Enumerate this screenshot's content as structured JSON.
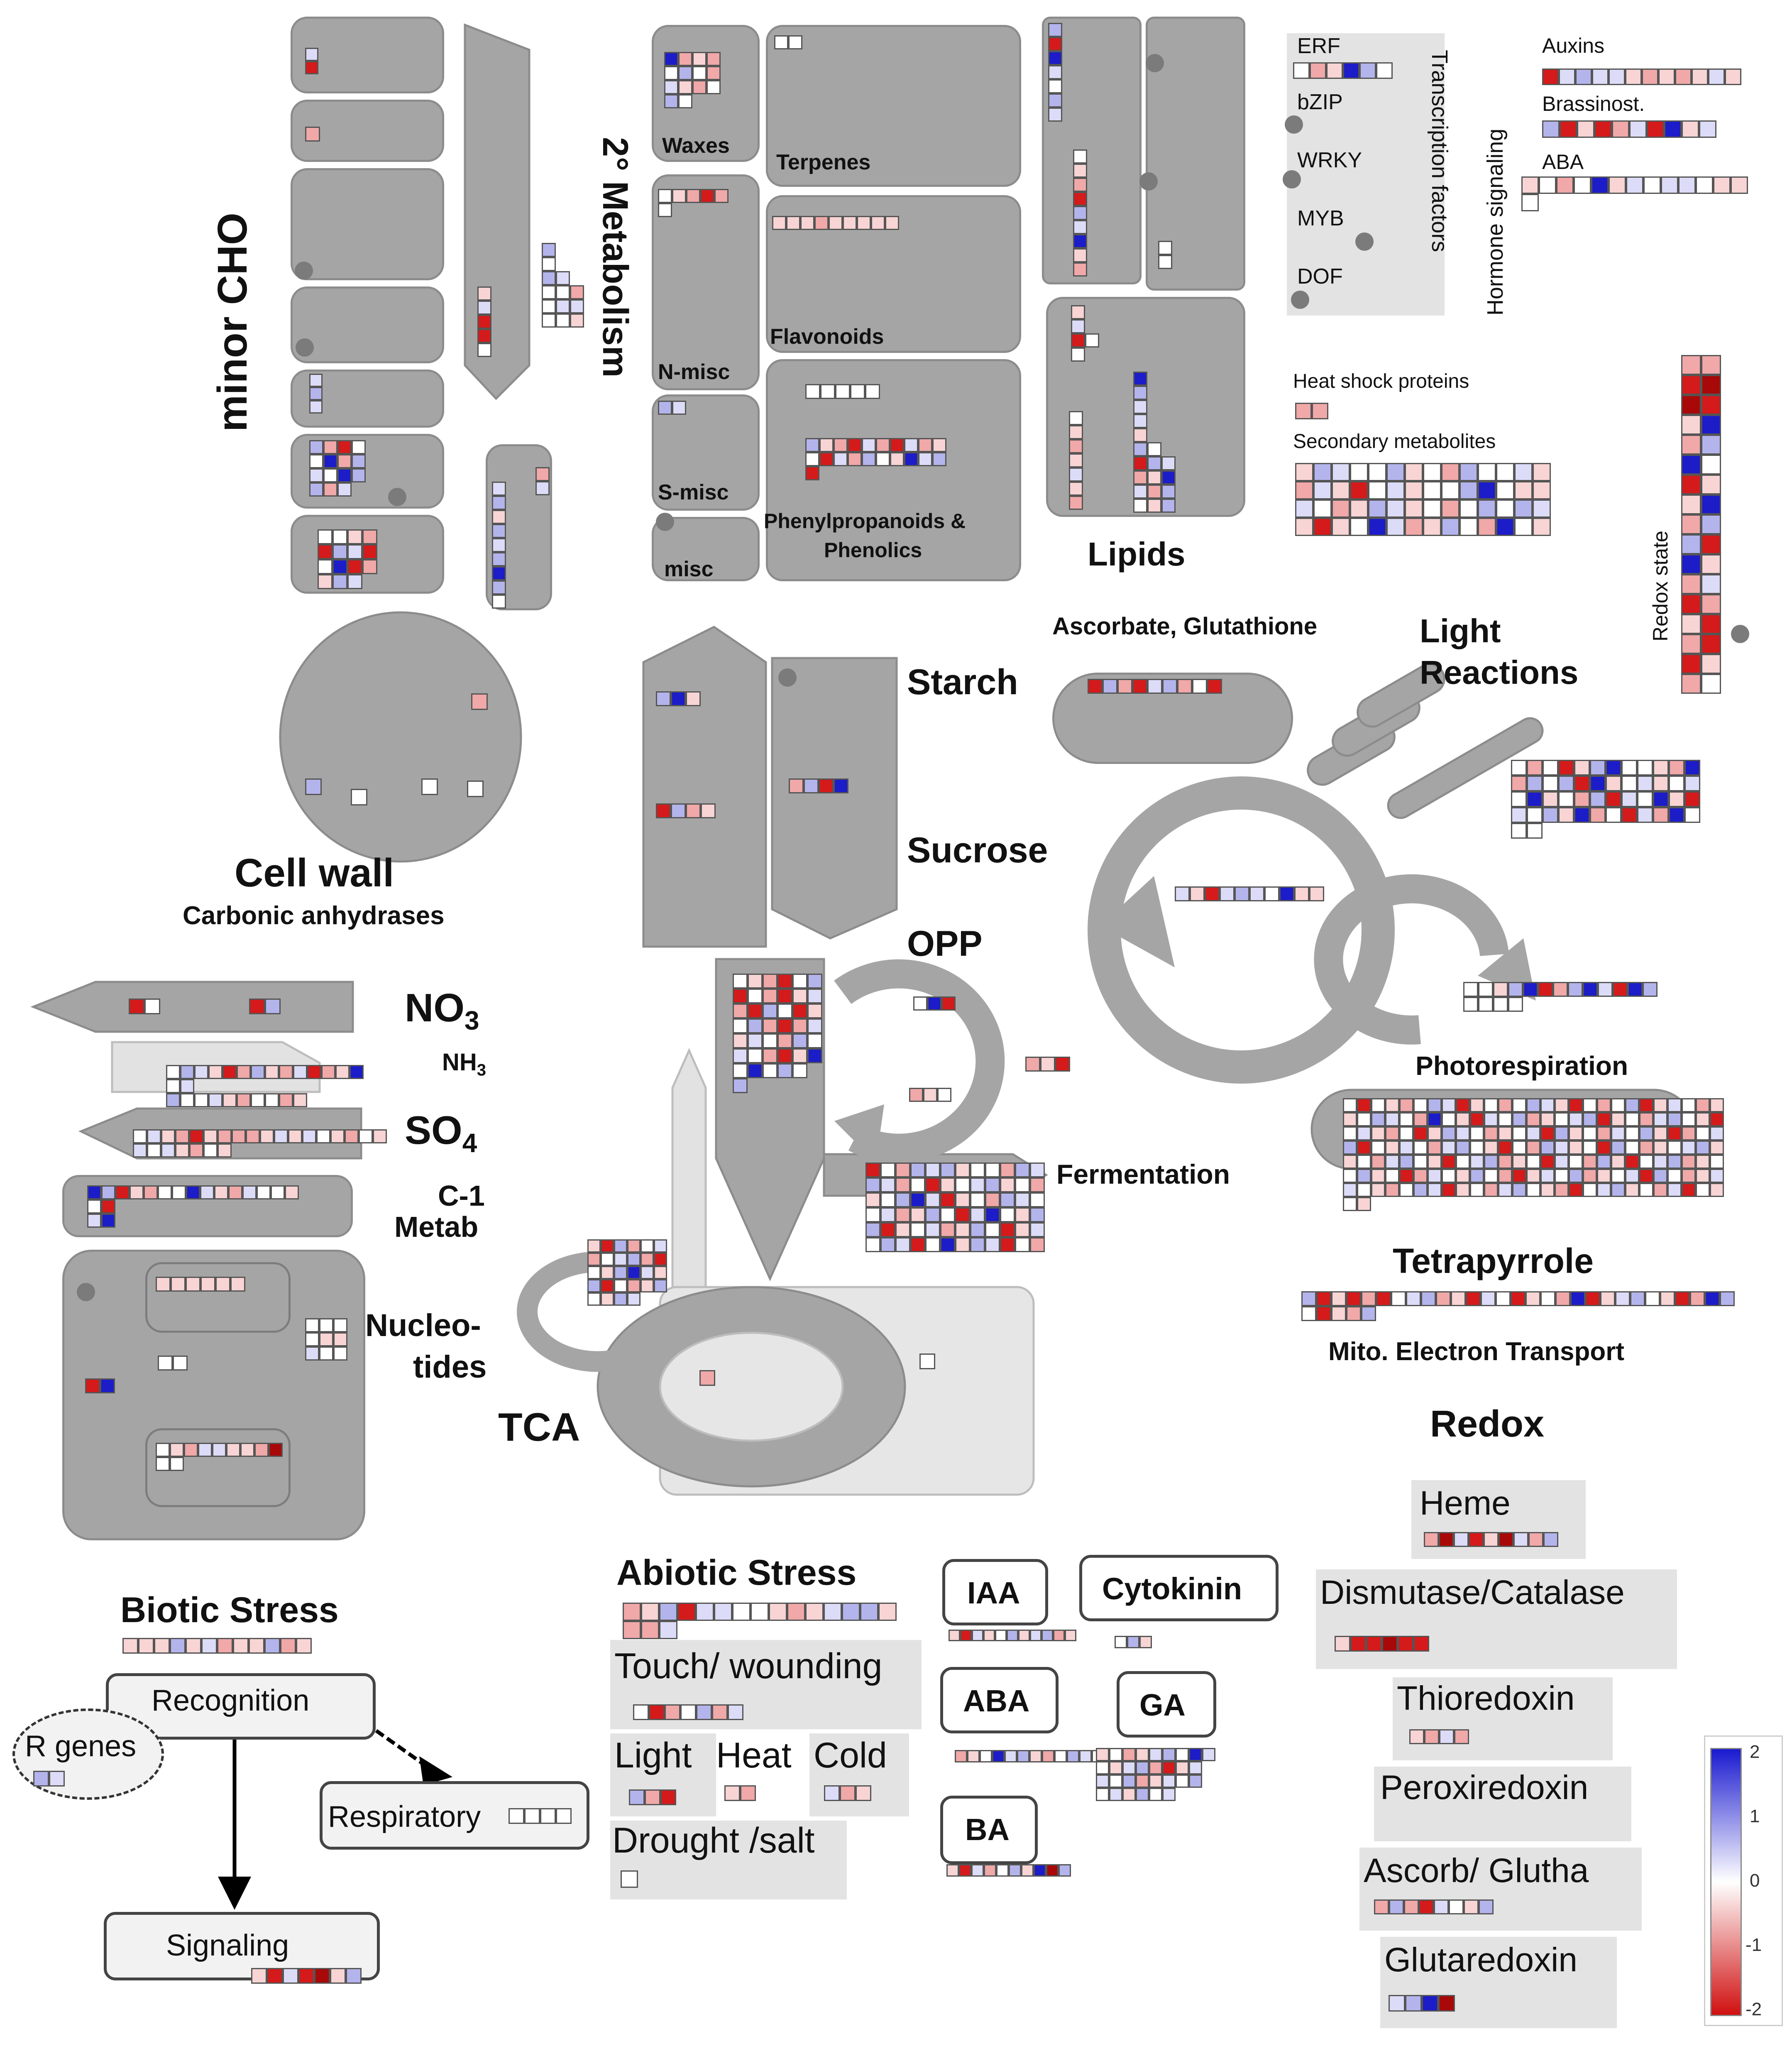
{
  "labels": {
    "minor_cho": "minor CHO",
    "secondary_metabolism": "2° Metabolism",
    "waxes": "Waxes",
    "terpenes": "Terpenes",
    "flavonoids": "Flavonoids",
    "n_misc": "N-misc",
    "s_misc": "S-misc",
    "misc": "misc",
    "phenylpropanoids": "Phenylpropanoids &",
    "phenolics": "Phenolics",
    "lipids": "Lipids",
    "erf": "ERF",
    "bzip": "bZIP",
    "wrky": "WRKY",
    "myb": "MYB",
    "dof": "DOF",
    "transcription_factors": "Transcription factors",
    "hormone_signaling": "Hormone signaling",
    "auxins": "Auxins",
    "brassinost": "Brassinost.",
    "aba_hormone": "ABA",
    "heat_shock": "Heat shock proteins",
    "secondary_metabolites": "Secondary metabolites",
    "redox_state": "Redox state",
    "ascorbate_glutathione": "Ascorbate, Glutathione",
    "light_reactions_1": "Light",
    "light_reactions_2": "Reactions",
    "starch": "Starch",
    "sucrose": "Sucrose",
    "opp": "OPP",
    "cell_wall": "Cell wall",
    "carbonic_anhydrases": "Carbonic anhydrases",
    "no3": "NO",
    "no3_sub": "3",
    "nh3": "NH",
    "nh3_sub": "3",
    "so4": "SO",
    "so4_sub": "4",
    "c1_metab_1": "C-1",
    "c1_metab_2": "Metab",
    "nucleotides_1": "Nucleo-",
    "nucleotides_2": "tides",
    "tca": "TCA",
    "photorespiration": "Photorespiration",
    "fermentation": "Fermentation",
    "tetrapyrrole": "Tetrapyrrole",
    "mito_electron_transport": "Mito. Electron Transport",
    "redox": "Redox",
    "heme": "Heme",
    "dismutase_catalase": "Dismutase/Catalase",
    "thioredoxin": "Thioredoxin",
    "peroxiredoxin": "Peroxiredoxin",
    "ascorb_glutha": "Ascorb/ Glutha",
    "glutaredoxin": "Glutaredoxin",
    "biotic_stress": "Biotic Stress",
    "recognition": "Recognition",
    "r_genes": "R genes",
    "respiratory": "Respiratory",
    "signaling": "Signaling",
    "abiotic_stress": "Abiotic Stress",
    "touch_wounding": "Touch/  wounding",
    "light": "Light",
    "heat": "Heat",
    "cold": "Cold",
    "drought_salt": "Drought /salt",
    "iaa": "IAA",
    "cytokinin": "Cytokinin",
    "aba": "ABA",
    "ga": "GA",
    "ba": "BA"
  },
  "scale": {
    "ticks": [
      "2",
      "1",
      "0",
      "-1",
      "-2"
    ],
    "colors": {
      "high": "#1a1ad0",
      "mid": "#ffffff",
      "low": "#d01010"
    }
  },
  "palette": {
    "n": "#ffffff",
    "r": "#d41a1a",
    "R": "#a80808",
    "p": "#f0a8a8",
    "q": "#f8d4d4",
    "b": "#1c1cc8",
    "B": "#0a0a8a",
    "l": "#b4b4ec",
    "m": "#dcdcf8"
  },
  "blocks": [
    {
      "id": "minor-cho-1",
      "rows": [
        "m",
        "r"
      ]
    },
    {
      "id": "minor-cho-2",
      "rows": [
        "p"
      ]
    },
    {
      "id": "minor-cho-3",
      "rows": [
        "m",
        "l",
        "m"
      ]
    },
    {
      "id": "minor-cho-4",
      "rows": [
        "lprn",
        "nbpl",
        "mnbl",
        "lpm"
      ]
    },
    {
      "id": "minor-cho-5",
      "rows": [
        "nnqp",
        "rlmr",
        "nbrp",
        "qlm"
      ]
    },
    {
      "id": "minor-cho-6",
      "rows": [
        "q",
        "m",
        "r",
        "r",
        "n"
      ]
    },
    {
      "id": "minor-cho-7",
      "rows": [
        "l",
        "n",
        "lm",
        "nnp",
        "nmm",
        "nnq"
      ]
    },
    {
      "id": "minor-cho-8",
      "rows": [
        "m",
        "l",
        "q",
        "l",
        "m",
        "l",
        "b",
        "l",
        "n"
      ]
    },
    {
      "id": "minor-cho-9",
      "rows": [
        "p",
        "m"
      ]
    },
    {
      "id": "waxes",
      "rows": [
        "bpqp",
        "nlnp",
        "mqpn",
        "ln"
      ]
    },
    {
      "id": "terpenes",
      "rows": [
        "nn"
      ]
    },
    {
      "id": "n-misc",
      "rows": [
        "nqprp",
        "n"
      ]
    },
    {
      "id": "flavonoids",
      "rows": [
        "qqqpqqqqq"
      ]
    },
    {
      "id": "s-misc",
      "rows": [
        "lm"
      ]
    },
    {
      "id": "phenyl-1",
      "rows": [
        "nnnnn"
      ]
    },
    {
      "id": "phenyl-2",
      "rows": [
        "lqprmprmpq",
        "nrmplnqbml",
        "r"
      ]
    },
    {
      "id": "lipids-1",
      "rows": [
        "l",
        "r",
        "b",
        "m",
        "n",
        "l",
        "m"
      ]
    },
    {
      "id": "lipids-2",
      "rows": [
        "n",
        "q",
        "p",
        "r",
        "l",
        "m",
        "b",
        "q",
        "p"
      ]
    },
    {
      "id": "lipids-3",
      "rows": [
        "n",
        "n"
      ]
    },
    {
      "id": "lipids-4",
      "rows": [
        "q",
        "m",
        "rn",
        "n"
      ]
    },
    {
      "id": "lipids-5",
      "rows": [
        "n",
        "q",
        "p",
        "q",
        "m",
        "q",
        "p"
      ]
    },
    {
      "id": "lipids-6",
      "rows": [
        "b",
        "l",
        "m",
        "m",
        "q",
        "ln",
        "rlm",
        "pqb",
        "mpl",
        "nql"
      ]
    },
    {
      "id": "erf",
      "rows": [
        "npqbln"
      ]
    },
    {
      "id": "auxins",
      "rows": [
        "rmlmmqpqpqmq"
      ]
    },
    {
      "id": "brassinost",
      "rows": [
        "lrqrpmrbqm"
      ]
    },
    {
      "id": "aba-row",
      "rows": [
        "qnpnbqmnmmnqq",
        "n"
      ]
    },
    {
      "id": "heat-shock",
      "rows": [
        "pp"
      ]
    },
    {
      "id": "secondary-metabolites",
      "rows": [
        "qlmnnlqnplnnmq",
        "pmqrnmqnnlbnqq",
        "mnpqlmqnpnlnlm",
        "qrqnbmpqlnpbnq"
      ]
    },
    {
      "id": "redox-state",
      "rows": [
        "pp",
        "rR",
        "Rr",
        "qb",
        "pl",
        "bn",
        "rq",
        "qb",
        "pl",
        "lr",
        "bq",
        "pm",
        "rp",
        "qr",
        "pr",
        "rq",
        "pn"
      ]
    },
    {
      "id": "ascorbate-row",
      "rows": [
        "rlprmlpnr"
      ]
    },
    {
      "id": "light-reactions",
      "rows": [
        "npnrqlbnnqpb",
        "plnlrbqnmqnm",
        "nbqnplrmnbqr",
        "mnlqbpnrmpbn",
        "nn"
      ]
    },
    {
      "id": "cycle-row",
      "rows": [
        "mqrmlmnbqq"
      ]
    },
    {
      "id": "photoresp-row",
      "rows": [
        "nnqlbrplbmrbl",
        "nnnn"
      ]
    },
    {
      "id": "starch-1",
      "rows": [
        "lbq"
      ]
    },
    {
      "id": "starch-2",
      "rows": [
        "rlpq"
      ]
    },
    {
      "id": "sucrose-1",
      "rows": [
        "plrb"
      ]
    },
    {
      "id": "opp-1",
      "rows": [
        "nbr"
      ]
    },
    {
      "id": "opp-2",
      "rows": [
        "pqn"
      ]
    },
    {
      "id": "misc-small",
      "rows": [
        "pqr"
      ]
    },
    {
      "id": "glycolysis",
      "rows": [
        "nqprnl",
        "rnprqm",
        "prlnrq",
        "nlprpm",
        "qmnpln",
        "mnprqb",
        "nbnln",
        "l"
      ]
    },
    {
      "id": "fermentation-grid",
      "rows": [
        "rnplmlqnnplm",
        "lmpnrqnmlqnp",
        "qnlbmrqnplmn",
        "nmpqlnrmbnql",
        "lrqnmpqlnrqm",
        "nlmrnbqlmrnp"
      ]
    },
    {
      "id": "photoresp-grid",
      "rows": [
        "nrnqpnlmrqnpnlmqrnpnlrqmnpq",
        "qnlmnpbnqrmnlpqnmlrqnpmlnqr",
        "nmqpnrqlmnpqnmrlqnpmnlqrpnm",
        "lrnqmnpmlnqrnplmqnrlnpqnmlq",
        "qnpmlnqrnmlpqnrmnplqrnmlpqn",
        "nlqnrpmnqlnprqmnlpqnmrlnpqm",
        "mnqpnlmrqnpmlnqprnmlqnpmrnq",
        "nq"
      ]
    },
    {
      "id": "tca-cycle",
      "rows": [
        "qrlpnm",
        "pnmlpr",
        "nqlbmq",
        "lrnpql",
        "nqlm"
      ]
    },
    {
      "id": "tca-inner",
      "rows": [
        "p"
      ]
    },
    {
      "id": "tca-right",
      "rows": [
        "n"
      ]
    },
    {
      "id": "tetrapyrrole-row",
      "rows": [
        "lrqrprnmlpqrmnrqnpbrqmlnqrpbl",
        "nrqpl"
      ]
    },
    {
      "id": "no3-1",
      "rows": [
        "rn"
      ]
    },
    {
      "id": "no3-2",
      "rows": [
        "rl"
      ]
    },
    {
      "id": "nh3-row",
      "rows": [
        "nlmqrplqpmrpqb",
        "nm",
        "lnnmqpnnpq"
      ]
    },
    {
      "id": "so4-row",
      "rows": [
        "nmqprqpppqmqmnqpnq",
        "mnmqpnq"
      ]
    },
    {
      "id": "c1-row",
      "rows": [
        "blrqpnnbmqpmnnq",
        "nr",
        "mb"
      ]
    },
    {
      "id": "nucleo-1",
      "rows": [
        "qqqqqq"
      ]
    },
    {
      "id": "nucleo-2",
      "rows": [
        "nn"
      ]
    },
    {
      "id": "nucleo-3",
      "rows": [
        "rb"
      ]
    },
    {
      "id": "nucleo-4",
      "rows": [
        "nqpmmqqpR",
        "nn"
      ]
    },
    {
      "id": "nucleo-5",
      "rows": [
        "nnn",
        "nqq",
        "mnn"
      ]
    },
    {
      "id": "cell-wall-1",
      "rows": [
        "p"
      ]
    },
    {
      "id": "cell-wall-2",
      "rows": [
        "l"
      ]
    },
    {
      "id": "cell-wall-3",
      "rows": [
        "n"
      ]
    },
    {
      "id": "cell-wall-4",
      "rows": [
        "n"
      ]
    },
    {
      "id": "cell-wall-5",
      "rows": [
        "n"
      ]
    },
    {
      "id": "heme-row",
      "rows": [
        "pRmrqRmpl"
      ]
    },
    {
      "id": "dismutase-row",
      "rows": [
        "qrrRrr"
      ]
    },
    {
      "id": "thioredoxin-row",
      "rows": [
        "qpmp"
      ]
    },
    {
      "id": "ascorb-glutha-row",
      "rows": [
        "plprmnql"
      ]
    },
    {
      "id": "glutaredoxin-row",
      "rows": [
        "mlbR"
      ]
    },
    {
      "id": "biotic-row",
      "rows": [
        "qqqlqmpqqlpq"
      ]
    },
    {
      "id": "r-genes-row",
      "rows": [
        "lm"
      ]
    },
    {
      "id": "respiratory-row",
      "rows": [
        "nnnn"
      ]
    },
    {
      "id": "signaling-row",
      "rows": [
        "qrmrRql"
      ]
    },
    {
      "id": "abiotic-row",
      "rows": [
        "pqlrmmnnqpqmllq",
        "ppm"
      ]
    },
    {
      "id": "touch-row",
      "rows": [
        "nrpnlpm"
      ]
    },
    {
      "id": "light-row",
      "rows": [
        "lpr"
      ]
    },
    {
      "id": "heat-row",
      "rows": [
        "qp"
      ]
    },
    {
      "id": "cold-row",
      "rows": [
        "mpq"
      ]
    },
    {
      "id": "drought-row",
      "rows": [
        "n"
      ]
    },
    {
      "id": "iaa-row",
      "rows": [
        "qrmqnlqmlpq"
      ]
    },
    {
      "id": "cytokinin-row",
      "rows": [
        "nlq"
      ]
    },
    {
      "id": "aba-row-2",
      "rows": [
        "pqnbmlqpnlmn"
      ]
    },
    {
      "id": "ga-row",
      "rows": [
        "qnpqmlnbm",
        "nqmlprqm",
        "mnlpqmnl",
        "nmqlnm"
      ]
    },
    {
      "id": "ba-row",
      "rows": [
        "qrmpnlqbRl"
      ]
    }
  ]
}
